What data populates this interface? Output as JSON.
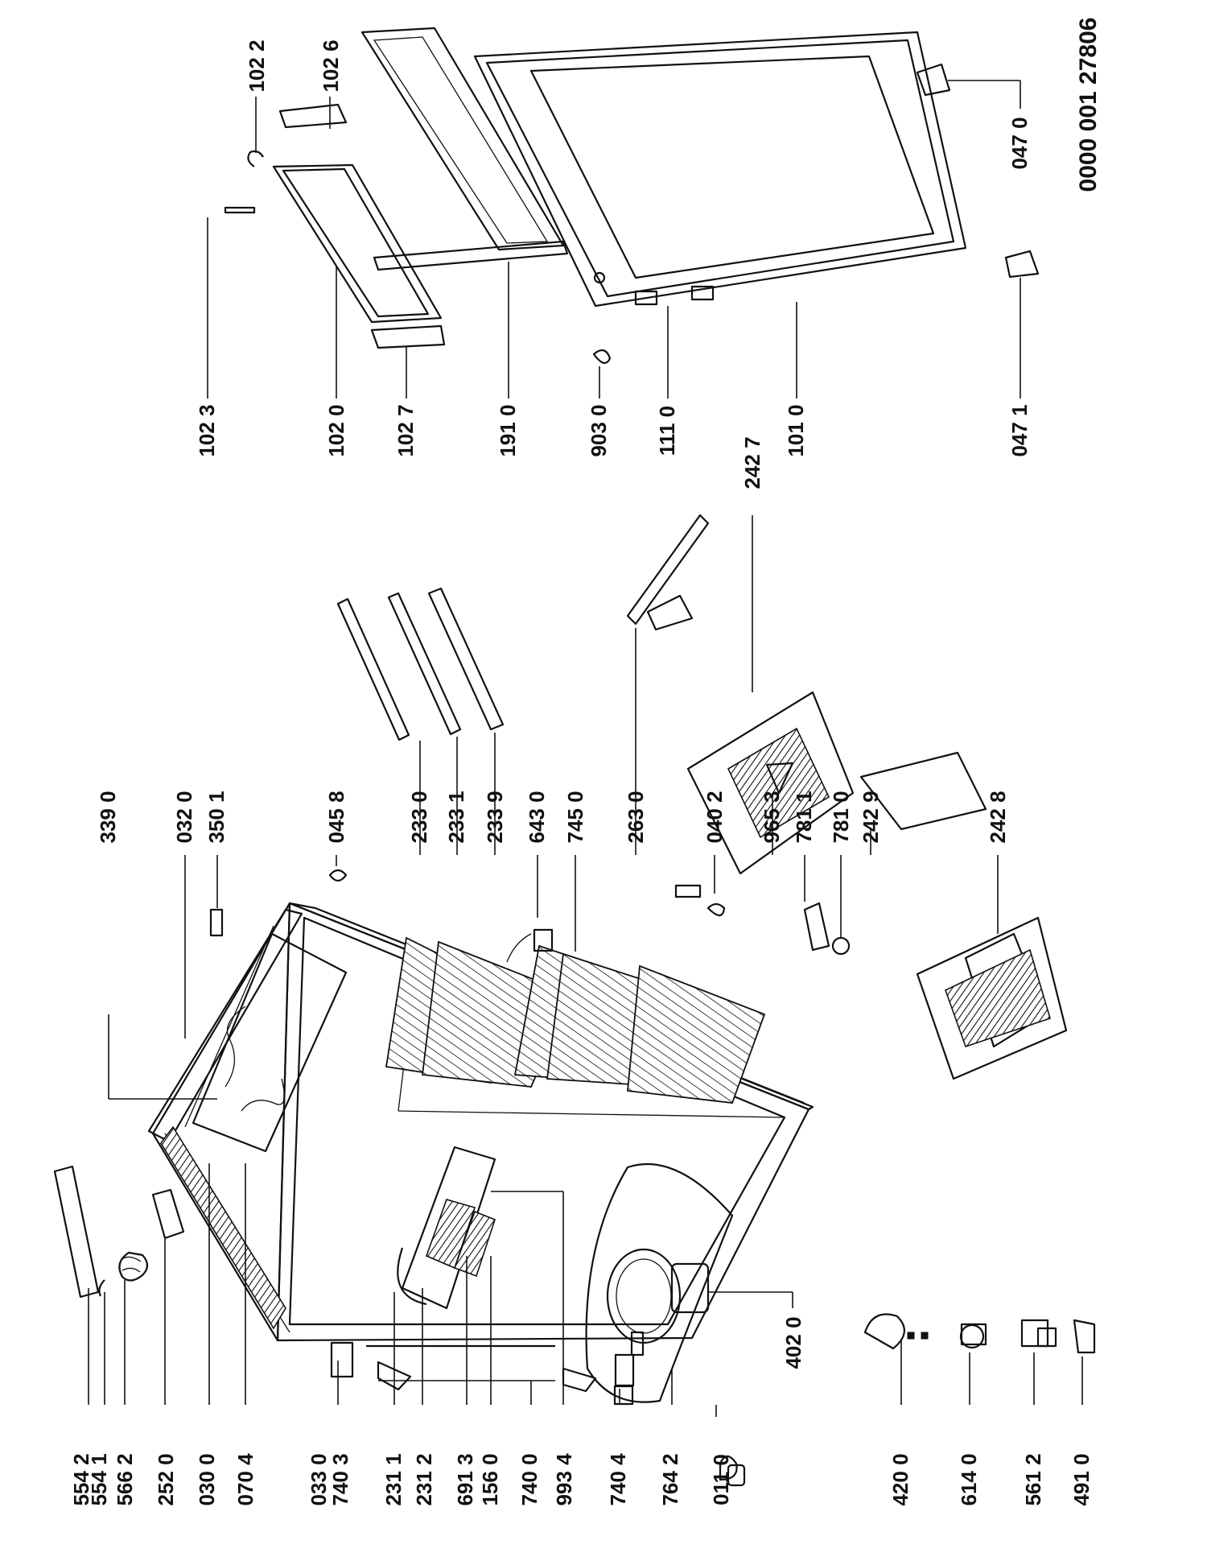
{
  "document_number": "0000 001 27806",
  "callouts": [
    {
      "id": "c5542",
      "text": "554 2"
    },
    {
      "id": "c5541",
      "text": "554 1"
    },
    {
      "id": "c5662",
      "text": "566 2"
    },
    {
      "id": "c2520",
      "text": "252 0"
    },
    {
      "id": "c0300",
      "text": "030 0"
    },
    {
      "id": "c0704",
      "text": "070 4"
    },
    {
      "id": "c0330",
      "text": "033 0"
    },
    {
      "id": "c7403",
      "text": "740 3"
    },
    {
      "id": "c2311",
      "text": "231 1"
    },
    {
      "id": "c2312",
      "text": "231 2"
    },
    {
      "id": "c6913",
      "text": "691 3"
    },
    {
      "id": "c1560",
      "text": "156 0"
    },
    {
      "id": "c7400",
      "text": "740 0"
    },
    {
      "id": "c9934",
      "text": "993 4"
    },
    {
      "id": "c7404",
      "text": "740 4"
    },
    {
      "id": "c7642",
      "text": "764 2"
    },
    {
      "id": "c0110",
      "text": "011 0"
    },
    {
      "id": "c4200",
      "text": "420 0"
    },
    {
      "id": "c6140",
      "text": "614 0"
    },
    {
      "id": "c5612",
      "text": "561 2"
    },
    {
      "id": "c4910",
      "text": "491 0"
    },
    {
      "id": "c4020",
      "text": "402 0"
    },
    {
      "id": "c3390",
      "text": "339 0"
    },
    {
      "id": "c0320",
      "text": "032 0"
    },
    {
      "id": "c3501",
      "text": "350 1"
    },
    {
      "id": "c0458",
      "text": "045 8"
    },
    {
      "id": "c2330",
      "text": "233 0"
    },
    {
      "id": "c2331",
      "text": "233 1"
    },
    {
      "id": "c2339",
      "text": "233 9"
    },
    {
      "id": "c6430",
      "text": "643 0"
    },
    {
      "id": "c7450",
      "text": "745 0"
    },
    {
      "id": "c2630",
      "text": "263 0"
    },
    {
      "id": "c0402",
      "text": "040 2"
    },
    {
      "id": "c9653",
      "text": "965 3"
    },
    {
      "id": "c7811",
      "text": "781 1"
    },
    {
      "id": "c7810",
      "text": "781 0"
    },
    {
      "id": "c2429",
      "text": "242 9"
    },
    {
      "id": "c2428",
      "text": "242 8"
    },
    {
      "id": "c2427",
      "text": "242 7"
    },
    {
      "id": "c1023",
      "text": "102 3"
    },
    {
      "id": "c1020",
      "text": "102 0"
    },
    {
      "id": "c1027",
      "text": "102 7"
    },
    {
      "id": "c1910",
      "text": "191 0"
    },
    {
      "id": "c9030",
      "text": "903 0"
    },
    {
      "id": "c1110",
      "text": "111 0"
    },
    {
      "id": "c1010",
      "text": "101 0"
    },
    {
      "id": "c0471",
      "text": "047 1"
    },
    {
      "id": "c1022",
      "text": "102 2"
    },
    {
      "id": "c1026",
      "text": "102 6"
    },
    {
      "id": "c0470",
      "text": "047 0"
    }
  ]
}
